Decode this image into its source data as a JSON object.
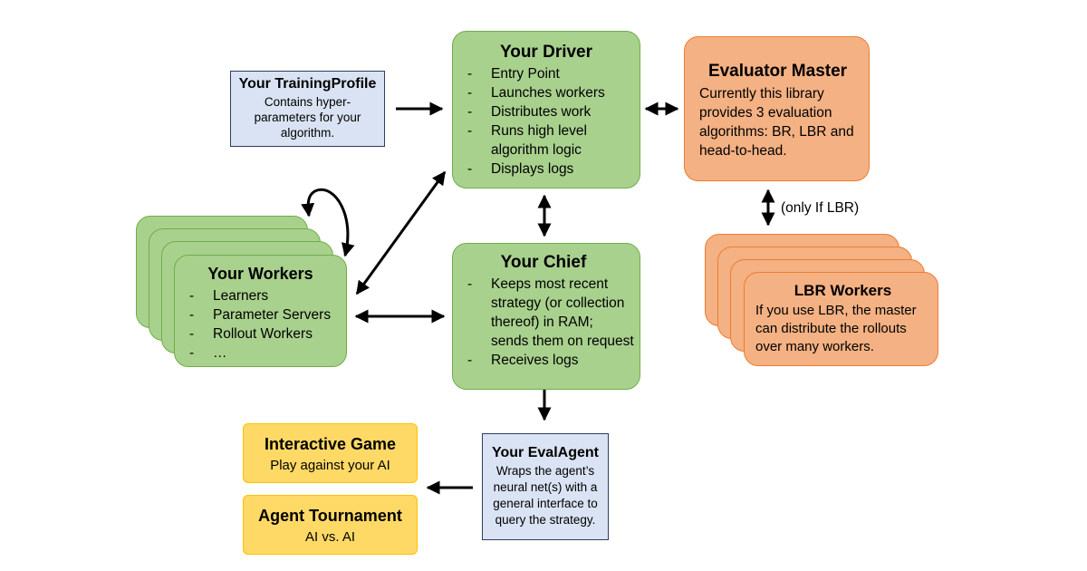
{
  "training_profile": {
    "title": "Your TrainingProfile",
    "text": [
      "Contains hyper-",
      "parameters for your",
      "algorithm."
    ]
  },
  "driver": {
    "title": "Your Driver",
    "items": [
      "Entry Point",
      "Launches workers",
      "Distributes work",
      "Runs high level algorithm logic",
      "Displays logs"
    ]
  },
  "evaluator_master": {
    "title": "Evaluator Master",
    "text": "Currently this library provides 3 evaluation algorithms: BR, LBR and head-to-head."
  },
  "lbr_label": "(only If LBR)",
  "lbr_workers": {
    "title": "LBR Workers",
    "text": "If you use LBR, the master can distribute the rollouts over many workers."
  },
  "workers": {
    "title": "Your Workers",
    "items": [
      "Learners",
      "Parameter Servers",
      "Rollout Workers",
      "…"
    ]
  },
  "chief": {
    "title": "Your Chief",
    "items": [
      "Keeps most recent strategy (or collection thereof) in RAM; sends them on request",
      "Receives logs"
    ]
  },
  "eval_agent": {
    "title": "Your EvalAgent",
    "text": [
      "Wraps the agent’s",
      "neural net(s) with a",
      "general interface to",
      "query the strategy."
    ]
  },
  "interactive_game": {
    "title": "Interactive Game",
    "subtitle": "Play against your AI"
  },
  "agent_tournament": {
    "title": "Agent Tournament",
    "subtitle": "AI vs. AI"
  },
  "colors": {
    "green_fill": "#a9d18e",
    "green_border": "#70ad47",
    "orange_fill": "#f4b183",
    "orange_border": "#ed7d31",
    "yellow_fill": "#ffd966",
    "blue_fill": "#dae3f3"
  }
}
